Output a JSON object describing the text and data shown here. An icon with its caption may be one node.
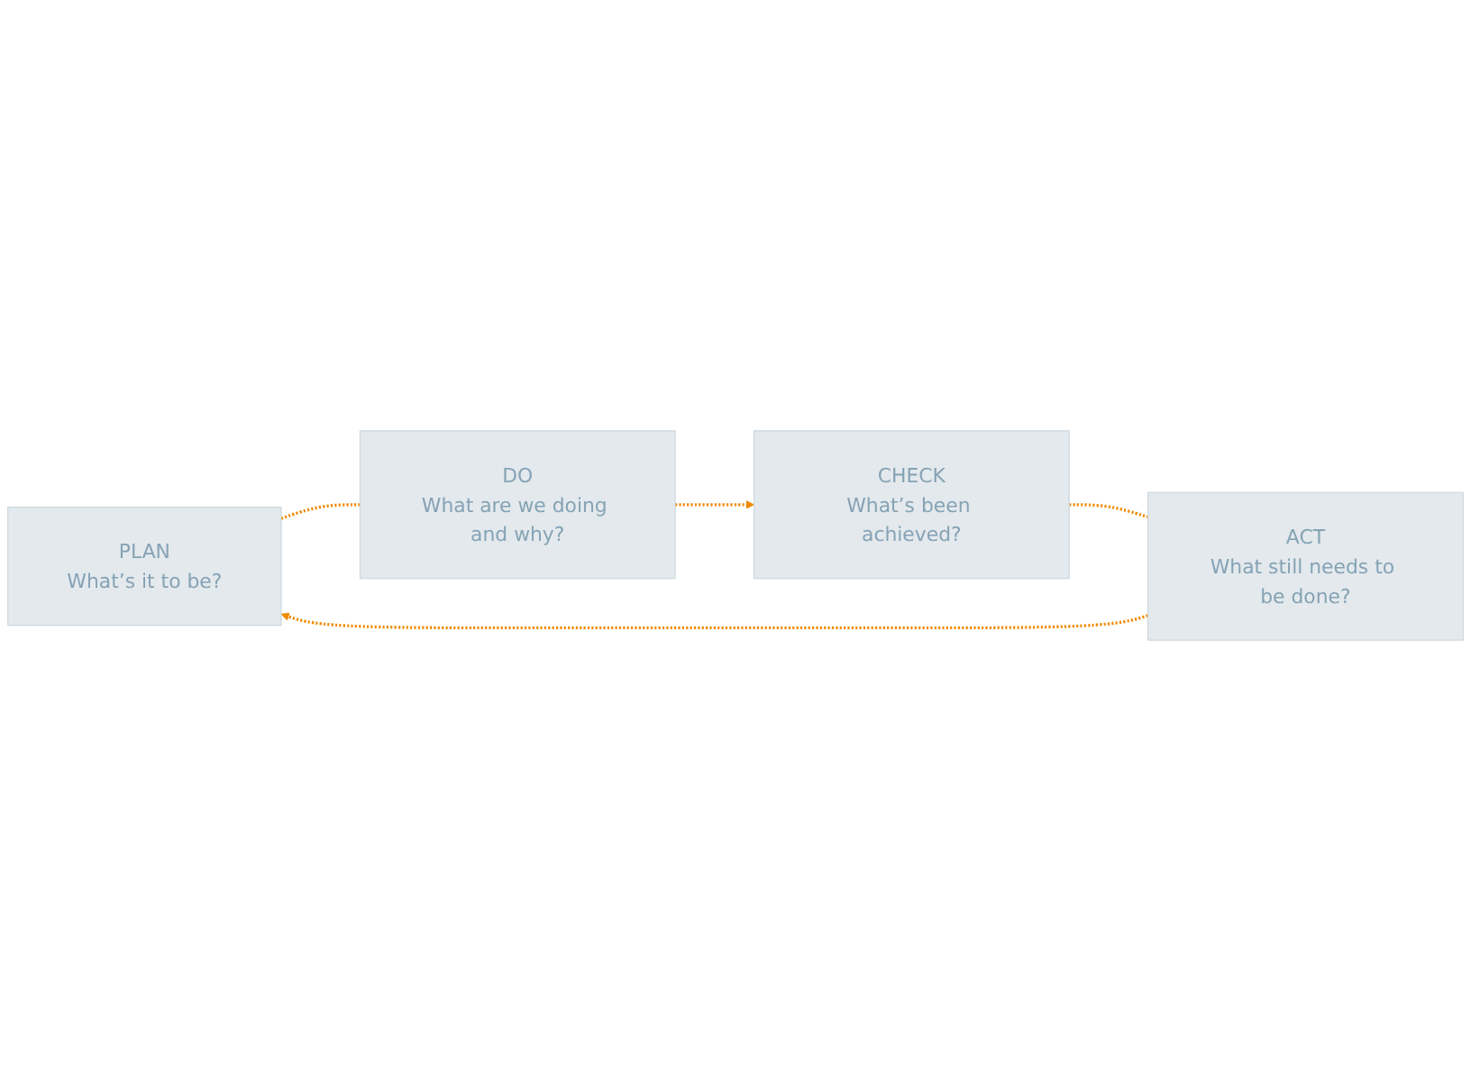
{
  "diagram": {
    "nodes": [
      {
        "text": [
          "PLAN",
          "What’s it to be?"
        ]
      },
      {
        "text": [
          "DO",
          "What are we doing and why?"
        ]
      },
      {
        "text": [
          "CHECK",
          "What’s been achieved?"
        ]
      },
      {
        "text": [
          "ACT",
          "What still needs to be done?"
        ]
      }
    ],
    "edges": [
      {
        "from": 0,
        "to": 1,
        "arrow": "none",
        "style": "dashed"
      },
      {
        "from": 1,
        "to": 2,
        "arrow": "to",
        "style": "dashed"
      },
      {
        "from": 2,
        "to": 3,
        "arrow": "none",
        "style": "dashed"
      },
      {
        "from": 3,
        "to": 0,
        "arrow": "to",
        "style": "dashed"
      }
    ]
  }
}
